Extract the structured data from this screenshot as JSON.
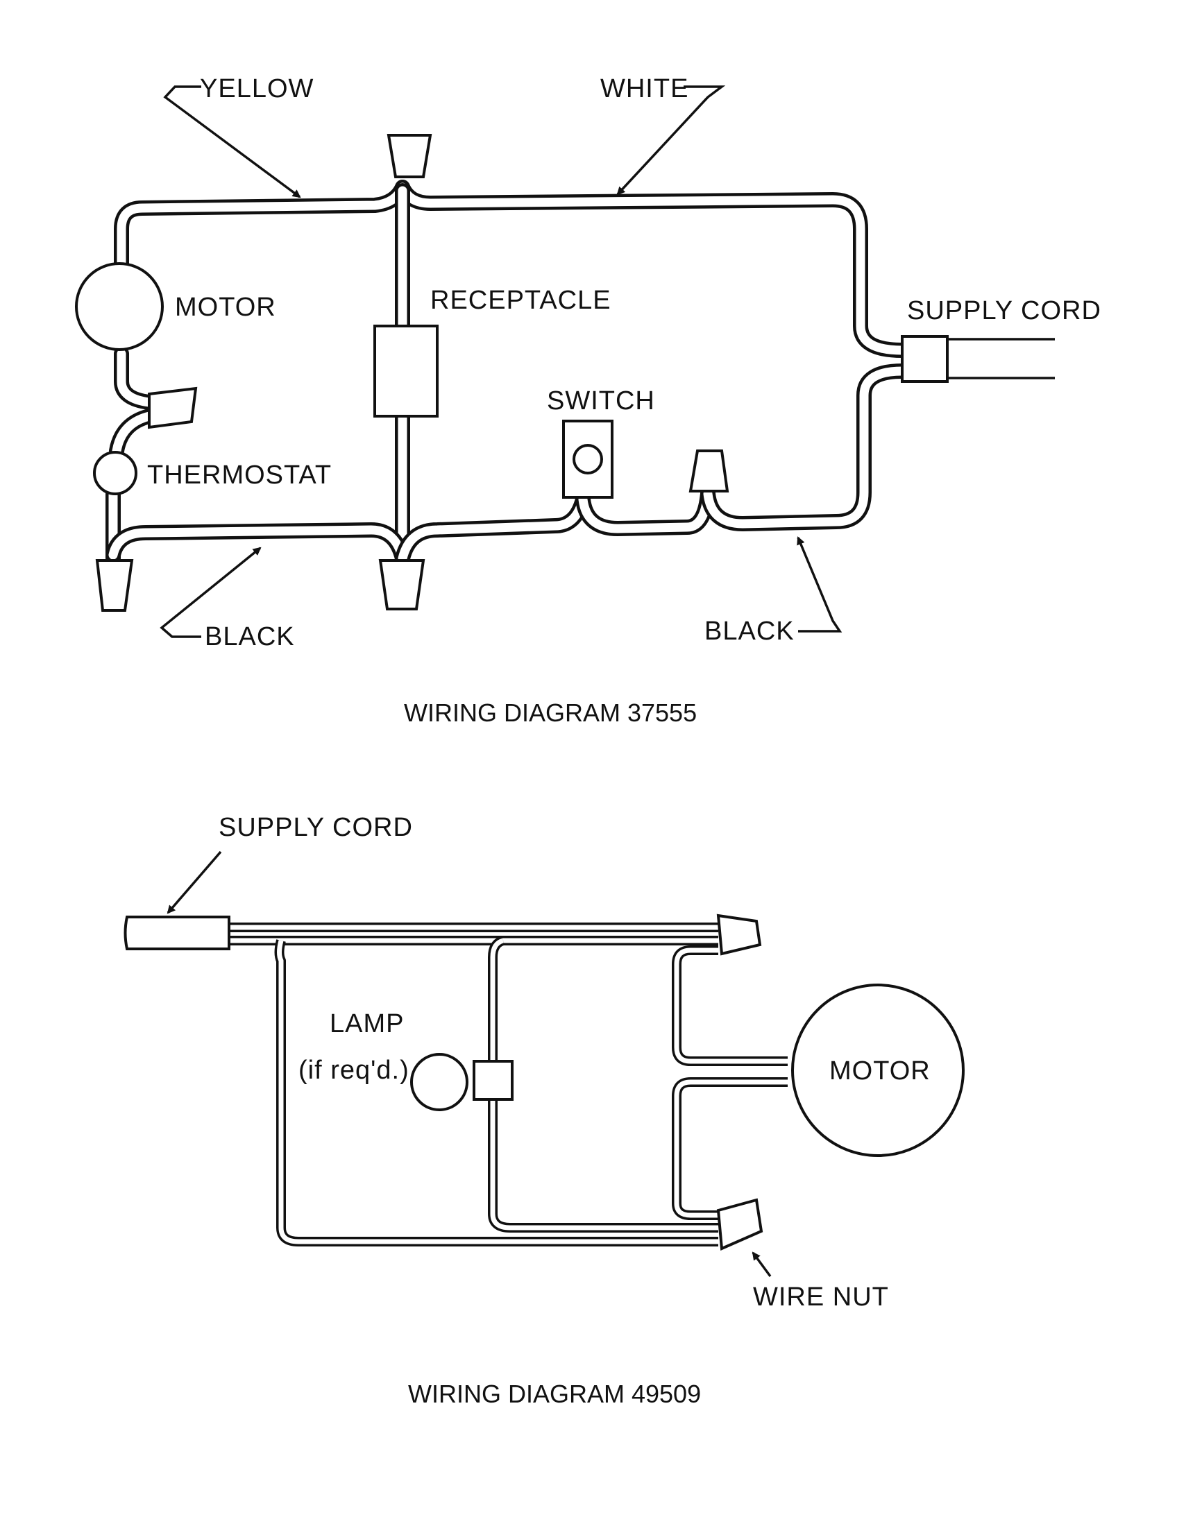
{
  "diagram_1": {
    "caption": "WIRING DIAGRAM 37555",
    "labels": {
      "yellow": "YELLOW",
      "white": "WHITE",
      "motor": "MOTOR",
      "receptacle": "RECEPTACLE",
      "supply_cord": "SUPPLY CORD",
      "switch": "SWITCH",
      "thermostat": "THERMOSTAT",
      "black_left": "BLACK",
      "black_right": "BLACK"
    }
  },
  "diagram_2": {
    "caption": "WIRING DIAGRAM 49509",
    "labels": {
      "supply_cord": "SUPPLY CORD",
      "lamp": "LAMP",
      "lamp_note": "(if req'd.)",
      "motor": "MOTOR",
      "wire_nut": "WIRE NUT"
    }
  }
}
